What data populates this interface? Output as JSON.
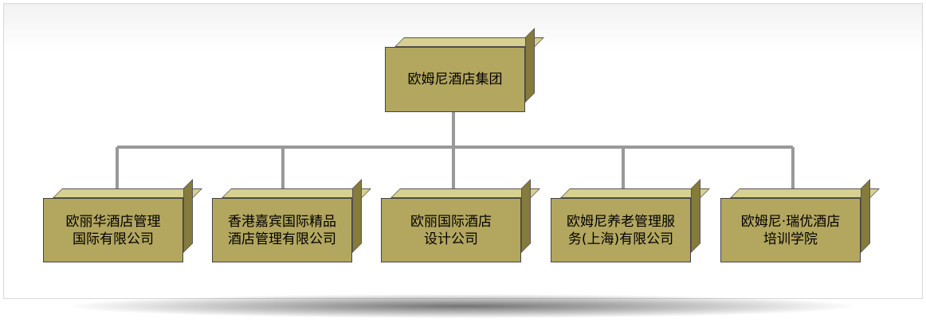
{
  "root": {
    "label": "欧姆尼酒店集团"
  },
  "children": [
    {
      "line1": "欧丽华酒店管理",
      "line2": "国际有限公司"
    },
    {
      "line1": "香港嘉宾国际精品",
      "line2": "酒店管理有限公司"
    },
    {
      "line1": "欧丽国际酒店",
      "line2": "设计公司"
    },
    {
      "line1": "欧姆尼养老管理服",
      "line2": "务(上海)有限公司"
    },
    {
      "line1": "欧姆尼·瑞优酒店",
      "line2": "培训学院"
    }
  ],
  "colors": {
    "box_front": "#b3a65f",
    "box_top": "#d8d091",
    "box_side": "#847b3c",
    "connector": "#999999"
  }
}
